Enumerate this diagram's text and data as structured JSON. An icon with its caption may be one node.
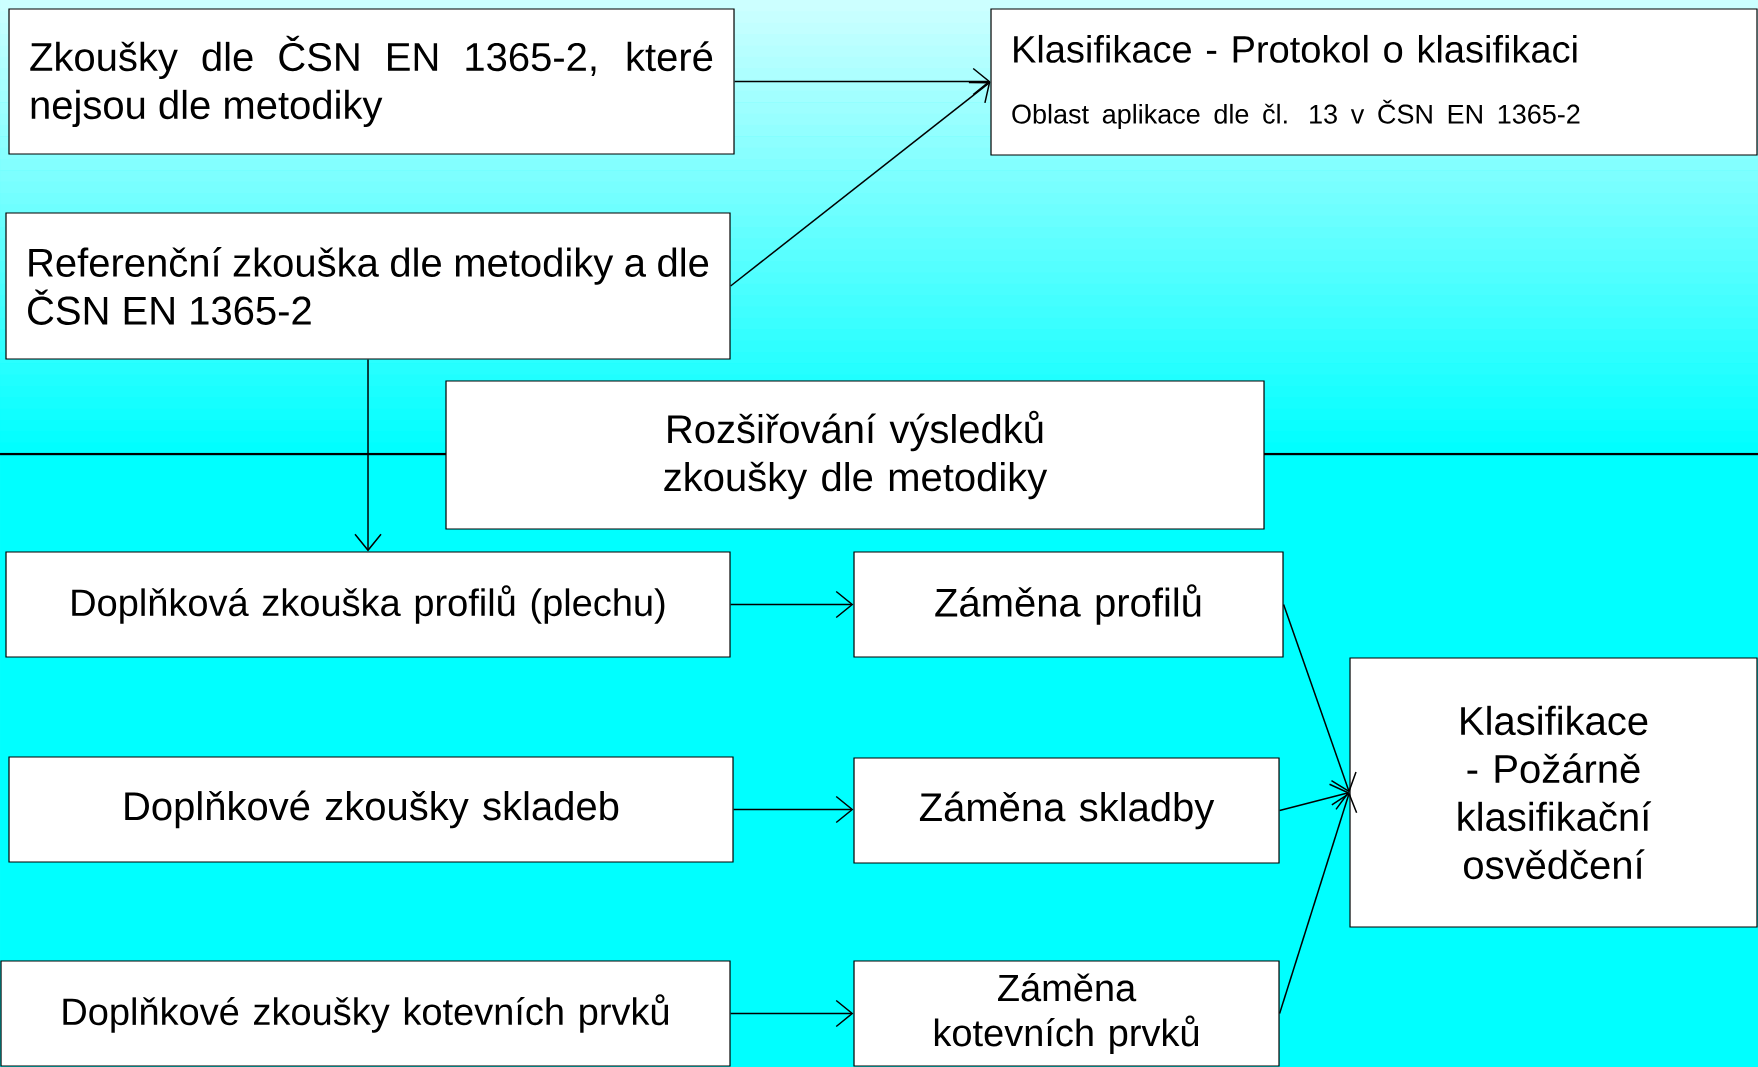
{
  "diagram": {
    "nodes": [
      {
        "text": [
          "Zkoušky dle ČSN EN 1365-2, které nejsou dle metodiky"
        ]
      },
      {
        "text": [
          "Klasifikace - Protokol o klasifikaci",
          "Oblast aplikace dle čl. 13 v ČSN EN 1365-2"
        ]
      },
      {
        "text": [
          "Referenční zkouška dle metodiky a dle ČSN EN 1365-2"
        ]
      },
      {
        "text": [
          "Rozšiřování výsledků zkoušky dle metodiky"
        ]
      },
      {
        "text": [
          "Doplňková zkouška profilů (plechu)"
        ]
      },
      {
        "text": [
          "Záměna profilů"
        ]
      },
      {
        "text": [
          "Klasifikace - Požárně klasifikační osvědčení"
        ]
      },
      {
        "text": [
          "Doplňkové zkoušky skladeb"
        ]
      },
      {
        "text": [
          "Záměna skladby"
        ]
      },
      {
        "text": [
          "Doplňkové zkoušky kotevních prvků"
        ]
      },
      {
        "text": [
          "Záměna kotevních prvků"
        ]
      }
    ],
    "edges": [
      {
        "from": 0,
        "to": 1,
        "arrow": "to"
      },
      {
        "from": 2,
        "to": 1,
        "arrow": "to"
      },
      {
        "from": 2,
        "to": 4,
        "arrow": "to"
      },
      {
        "from": 4,
        "to": 5,
        "arrow": "to"
      },
      {
        "from": 7,
        "to": 8,
        "arrow": "to"
      },
      {
        "from": 9,
        "to": 10,
        "arrow": "to"
      },
      {
        "from": 5,
        "to": 6,
        "arrow": "to"
      },
      {
        "from": 8,
        "to": 6,
        "arrow": "to"
      },
      {
        "from": 10,
        "to": 6,
        "arrow": "to"
      }
    ]
  }
}
